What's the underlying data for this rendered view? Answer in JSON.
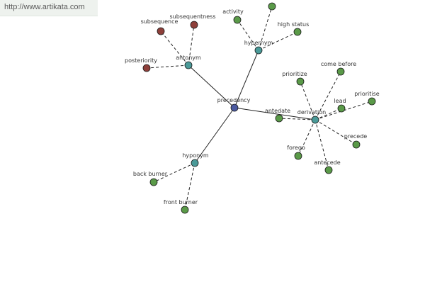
{
  "source": {
    "url": "http://www.artikata.com"
  },
  "colors": {
    "root": "#4b5aa0",
    "category": "#4a9a98",
    "synonym": "#5a9a48",
    "antonym_term": "#8e3f3a"
  },
  "graph": {
    "root": "precedency",
    "nodes": [
      {
        "id": "precedency",
        "label": "precedency",
        "kind": "root"
      },
      {
        "id": "antonym",
        "label": "antonym",
        "kind": "category"
      },
      {
        "id": "hypernym",
        "label": "hypernym",
        "kind": "category"
      },
      {
        "id": "derivation",
        "label": "derivation",
        "kind": "category"
      },
      {
        "id": "hyponym",
        "label": "hyponym",
        "kind": "category"
      },
      {
        "id": "subsequence",
        "label": "subsequence",
        "kind": "antonym_term"
      },
      {
        "id": "subsequentness",
        "label": "subsequentness",
        "kind": "antonym_term"
      },
      {
        "id": "posteriority",
        "label": "posteriority",
        "kind": "antonym_term"
      },
      {
        "id": "activity",
        "label": "activity",
        "kind": "synonym"
      },
      {
        "id": "hypernym-top",
        "label": "",
        "kind": "synonym"
      },
      {
        "id": "high-status",
        "label": "high status",
        "kind": "synonym"
      },
      {
        "id": "prioritize",
        "label": "prioritize",
        "kind": "synonym"
      },
      {
        "id": "come-before",
        "label": "come before",
        "kind": "synonym"
      },
      {
        "id": "lead",
        "label": "lead",
        "kind": "synonym"
      },
      {
        "id": "prioritise",
        "label": "prioritise",
        "kind": "synonym"
      },
      {
        "id": "antedate",
        "label": "antedate",
        "kind": "synonym"
      },
      {
        "id": "precede",
        "label": "precede",
        "kind": "synonym"
      },
      {
        "id": "forego",
        "label": "forego",
        "kind": "synonym"
      },
      {
        "id": "antecede",
        "label": "antecede",
        "kind": "synonym"
      },
      {
        "id": "back-burner",
        "label": "back burner",
        "kind": "synonym"
      },
      {
        "id": "front-burner",
        "label": "front burner",
        "kind": "synonym"
      }
    ],
    "edges": [
      {
        "from": "precedency",
        "to": "antonym",
        "style": "solid"
      },
      {
        "from": "precedency",
        "to": "hypernym",
        "style": "solid"
      },
      {
        "from": "precedency",
        "to": "derivation",
        "style": "solid"
      },
      {
        "from": "precedency",
        "to": "hyponym",
        "style": "solid"
      },
      {
        "from": "antonym",
        "to": "subsequence",
        "style": "dashed"
      },
      {
        "from": "antonym",
        "to": "subsequentness",
        "style": "dashed"
      },
      {
        "from": "antonym",
        "to": "posteriority",
        "style": "dashed"
      },
      {
        "from": "hypernym",
        "to": "activity",
        "style": "dashed"
      },
      {
        "from": "hypernym",
        "to": "hypernym-top",
        "style": "dashed"
      },
      {
        "from": "hypernym",
        "to": "high-status",
        "style": "dashed"
      },
      {
        "from": "derivation",
        "to": "prioritize",
        "style": "dashed"
      },
      {
        "from": "derivation",
        "to": "come-before",
        "style": "dashed"
      },
      {
        "from": "derivation",
        "to": "lead",
        "style": "dashed"
      },
      {
        "from": "derivation",
        "to": "prioritise",
        "style": "dashed"
      },
      {
        "from": "derivation",
        "to": "antedate",
        "style": "dashed"
      },
      {
        "from": "derivation",
        "to": "precede",
        "style": "dashed"
      },
      {
        "from": "derivation",
        "to": "forego",
        "style": "dashed"
      },
      {
        "from": "derivation",
        "to": "antecede",
        "style": "dashed"
      },
      {
        "from": "hyponym",
        "to": "back-burner",
        "style": "dashed"
      },
      {
        "from": "hyponym",
        "to": "front-burner",
        "style": "dashed"
      }
    ]
  }
}
